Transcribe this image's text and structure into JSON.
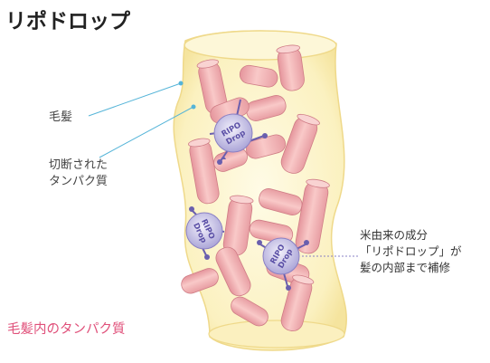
{
  "title": "リポドロップ",
  "labels": {
    "hair": "毛髪",
    "cut_protein_line1": "切断された",
    "cut_protein_line2": "タンパク質",
    "ingredient_line1": "米由来の成分",
    "ingredient_line2": "「リポドロップ」が",
    "ingredient_line3": "髪の内部まで補修",
    "caption": "毛髪内のタンパク質"
  },
  "drop_badge": {
    "line1": "RIPO",
    "line2": "Drop"
  },
  "colors": {
    "hair_fill": "#fbf3c4",
    "hair_edge": "#f3e29a",
    "fiber": "#f0aeb0",
    "fiber_dark": "#d9888f",
    "drop_fill": "#c7c3e6",
    "drop_edge": "#6a5fae",
    "leader": "#54b4d8",
    "caption": "#e0507a"
  }
}
